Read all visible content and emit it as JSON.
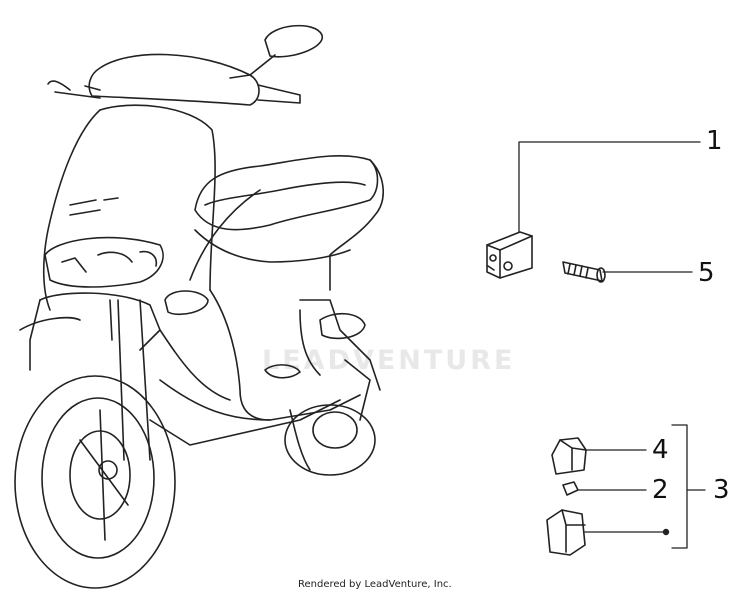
{
  "watermark": "LEADVENTURE",
  "footer": "Rendered by LeadVenture, Inc.",
  "callouts": {
    "c1": "1",
    "c5": "5",
    "c4": "4",
    "c2": "2",
    "c3": "3"
  },
  "colors": {
    "line": "#222222",
    "background": "#ffffff"
  }
}
